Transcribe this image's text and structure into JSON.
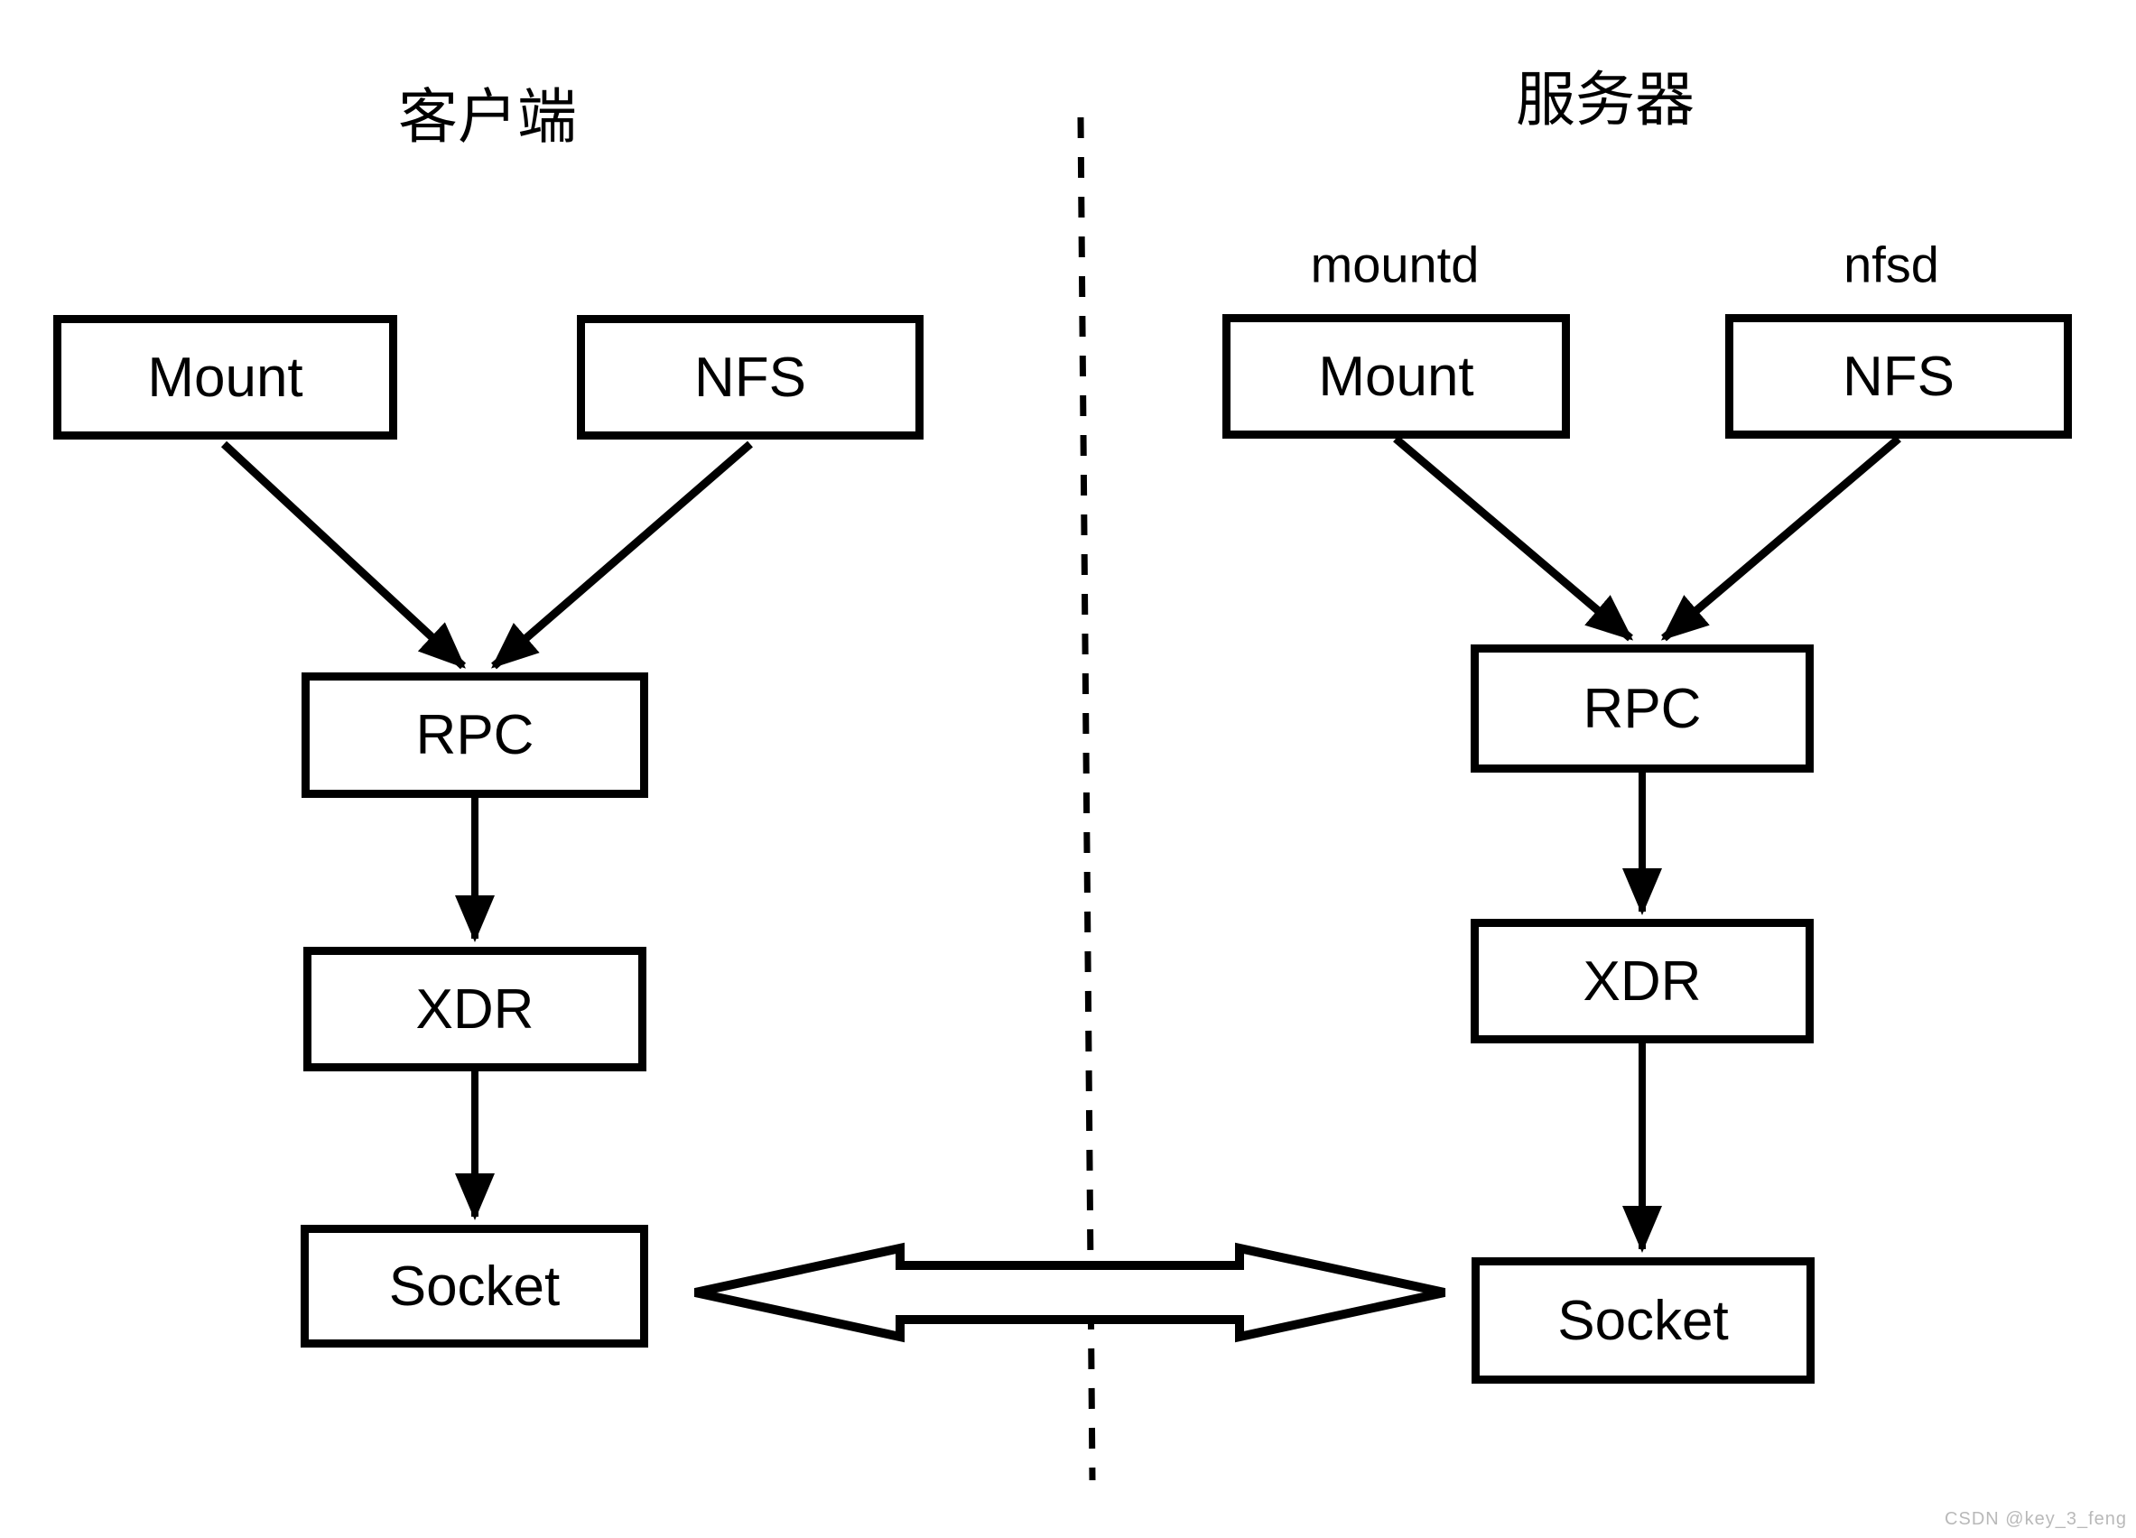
{
  "diagram": {
    "client": {
      "title": "客户端",
      "mount": "Mount",
      "nfs": "NFS",
      "rpc": "RPC",
      "xdr": "XDR",
      "socket": "Socket"
    },
    "server": {
      "title": "服务器",
      "mountd_label": "mountd",
      "nfsd_label": "nfsd",
      "mount": "Mount",
      "nfs": "NFS",
      "rpc": "RPC",
      "xdr": "XDR",
      "socket": "Socket"
    },
    "colors": {
      "line": "#000000",
      "background": "#ffffff",
      "watermark": "#b9b9b9"
    },
    "watermark": "CSDN @key_3_feng"
  }
}
